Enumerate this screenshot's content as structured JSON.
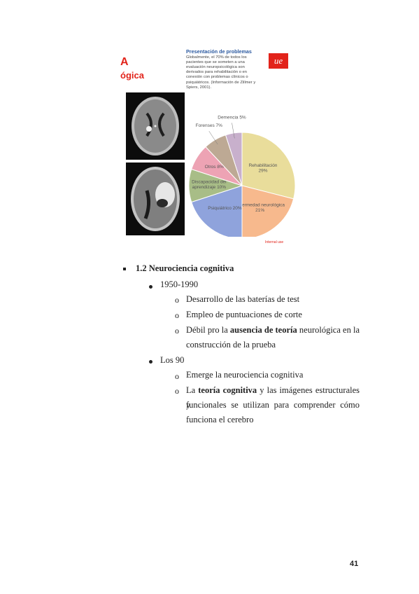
{
  "slide": {
    "title_part1": "A",
    "title_part2": "ógica",
    "caption_heading": "Presentación de problemas",
    "caption_text": "Globalmente, el 70% de todos los pacientes que se someten a una evaluación neuropsicológica son derivados para rehabilitación o en conexión con problemas clínicos o psiquiátricos. (Información de Zillmer y Spiers, 2001).",
    "logo_text": "ue",
    "footer_text": "Internal use"
  },
  "chart_data": {
    "type": "pie",
    "title": "",
    "slices": [
      {
        "label": "Rehabilitación 29%",
        "value": 29,
        "color": "#e9dd9b"
      },
      {
        "label": "Enfermedad neurológica 21%",
        "value": 21,
        "color": "#f7b98d"
      },
      {
        "label": "Psiquiátrico 20%",
        "value": 20,
        "color": "#8fa3dc"
      },
      {
        "label": "Discapacidad del aprendizaje 10%",
        "value": 10,
        "color": "#a8bd87"
      },
      {
        "label": "Otros 8%",
        "value": 8,
        "color": "#eda3b4"
      },
      {
        "label": "Forenses 7%",
        "value": 7,
        "color": "#bda994"
      },
      {
        "label": "Demencia 5%",
        "value": 5,
        "color": "#c8b0cc"
      }
    ]
  },
  "text": {
    "section_heading": "1.2 Neurociencia cognitiva",
    "b1": "1950-1990",
    "b1_items": [
      "Desarrollo de las baterías de test",
      "Empleo de puntuaciones de corte"
    ],
    "b1_item3_a": "Débil pro la",
    "b1_item3_bold": "ausencia de teoría",
    "b1_item3_b": "neurológica en la",
    "b1_item3_c": "construcción de la prueba",
    "b2": "Los 90",
    "b2_item1": "Emerge la neurociencia cognitiva",
    "b2_item2_a": "La",
    "b2_item2_bold": "teoría cognitiva",
    "b2_item2_b": "y las imágenes estructurales y",
    "b2_item2_c": "funcionales se utilizan para comprender cómo",
    "b2_item2_d": "funciona el cerebro",
    "o_marker": "o",
    "page_number": "41"
  }
}
